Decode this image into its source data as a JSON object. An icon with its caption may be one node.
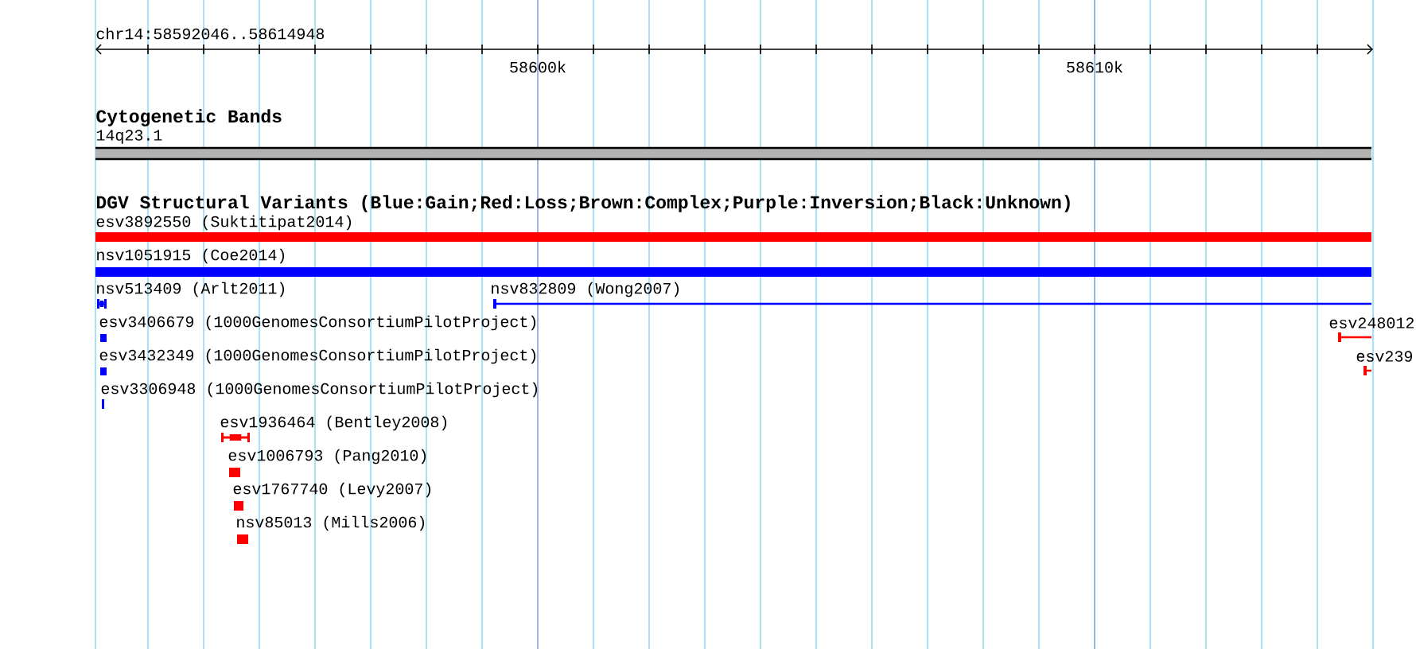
{
  "diagram": {
    "labels": [
      "chr14:58592046..58614948",
      "58600k",
      "58610k",
      "Cytogenetic Bands",
      "14q23.1",
      "DGV Structural Variants (Blue:Gain;Red:Loss;Brown:Complex;Purple:Inversion;Black:Unknown)",
      "esv3892550 (Suktitipat2014)",
      "nsv1051915 (Coe2014)",
      "nsv513409 (Arlt2011)",
      "nsv832809 (Wong2007)",
      "esv3406679 (1000GenomesConsortiumPilotProject)",
      "esv248012",
      "esv3432349 (1000GenomesConsortiumPilotProject)",
      "esv239",
      "esv3306948 (1000GenomesConsortiumPilotProject)",
      "esv1936464 (Bentley2008)",
      "esv1006793 (Pang2010)",
      "esv1767740 (Levy2007)",
      "nsv85013 (Mills2006)"
    ]
  }
}
